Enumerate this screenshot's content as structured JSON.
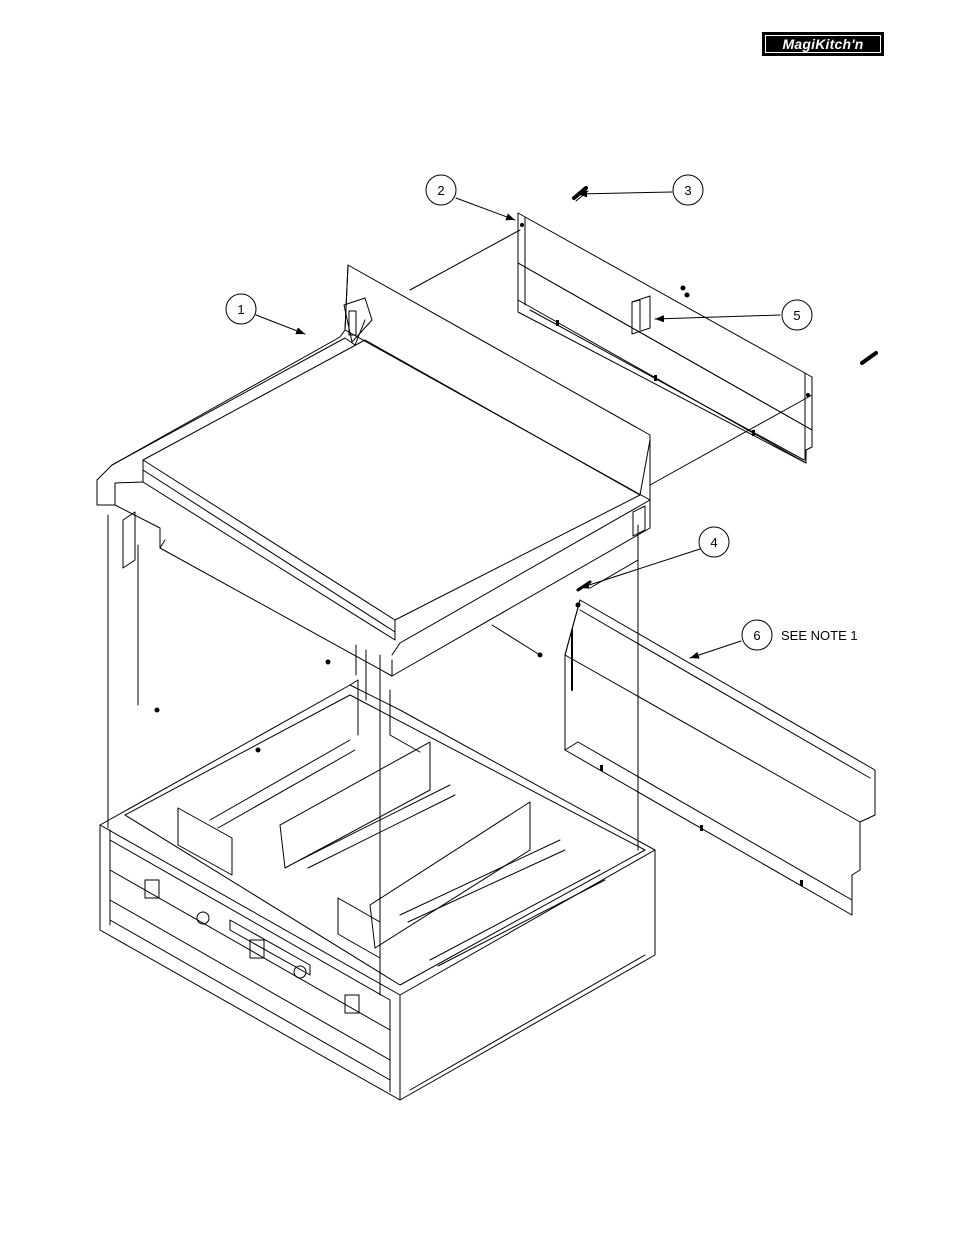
{
  "brand": {
    "logo_text": "MagiKitch'n"
  },
  "callouts": [
    {
      "id": "callout-1",
      "number": "1"
    },
    {
      "id": "callout-2",
      "number": "2"
    },
    {
      "id": "callout-3",
      "number": "3"
    },
    {
      "id": "callout-4",
      "number": "4"
    },
    {
      "id": "callout-5",
      "number": "5"
    },
    {
      "id": "callout-6",
      "number": "6",
      "note": "SEE NOTE 1"
    }
  ],
  "colors": {
    "line": "#000000",
    "background": "#ffffff"
  }
}
